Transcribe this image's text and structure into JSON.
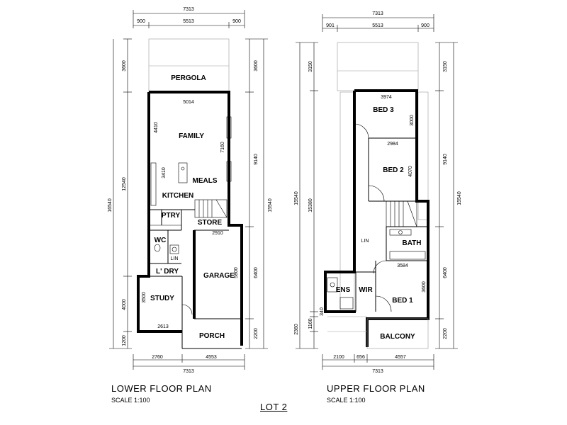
{
  "lower": {
    "title": "LOWER FLOOR PLAN",
    "scale": "SCALE 1:100",
    "rooms": {
      "pergola": "PERGOLA",
      "family": "FAMILY",
      "meals": "MEALS",
      "kitchen": "KITCHEN",
      "ptry": "PTRY",
      "store": "STORE",
      "wc": "WC",
      "lin": "LIN",
      "ldry": "L' DRY",
      "garage": "GARAGE",
      "study": "STUDY",
      "porch": "PORCH"
    },
    "dims": {
      "top_total": "7313",
      "top_left": "900",
      "top_mid": "5513",
      "top_right": "900",
      "bottom_total": "7313",
      "bottom_left": "2760",
      "bottom_right": "4553",
      "left_a": "3600",
      "left_b": "12540",
      "left_c": "4000",
      "left_d": "1200",
      "left_total": "16540",
      "right_a": "3600",
      "right_b": "9140",
      "right_c": "6400",
      "right_d": "2200",
      "right_total": "15540",
      "family_w": "5014",
      "family_h": "4410",
      "family_d": "7160",
      "kitchen_d": "3410",
      "store_w": "2910",
      "garage_d": "5800",
      "study_h": "3500",
      "study_w": "2613"
    }
  },
  "upper": {
    "title": "UPPER FLOOR PLAN",
    "scale": "SCALE 1:100",
    "rooms": {
      "bed3": "BED 3",
      "bed2": "BED 2",
      "lin": "LIN",
      "bath": "BATH",
      "ens": "ENS",
      "wir": "WIR",
      "bed1": "BED 1",
      "balcony": "BALCONY"
    },
    "dims": {
      "top_total": "7313",
      "top_left": "901",
      "top_mid": "5513",
      "top_right": "900",
      "bottom_total": "7313",
      "bottom_left": "2100",
      "bottom_mid": "656",
      "bottom_right": "4557",
      "left_a": "3150",
      "left_b": "15380",
      "left_c": "2360",
      "left_d": "1160",
      "left_e": "340",
      "left_total": "15540",
      "right_a": "3150",
      "right_b": "9140",
      "right_c": "6400",
      "right_d": "2200",
      "right_total": "15540",
      "bed3_w": "3974",
      "bed3_h": "3000",
      "bed2_w": "2984",
      "bed2_h": "4070",
      "bath_w": "3584",
      "bed1_h": "3600"
    }
  },
  "lot": "LOT 2"
}
